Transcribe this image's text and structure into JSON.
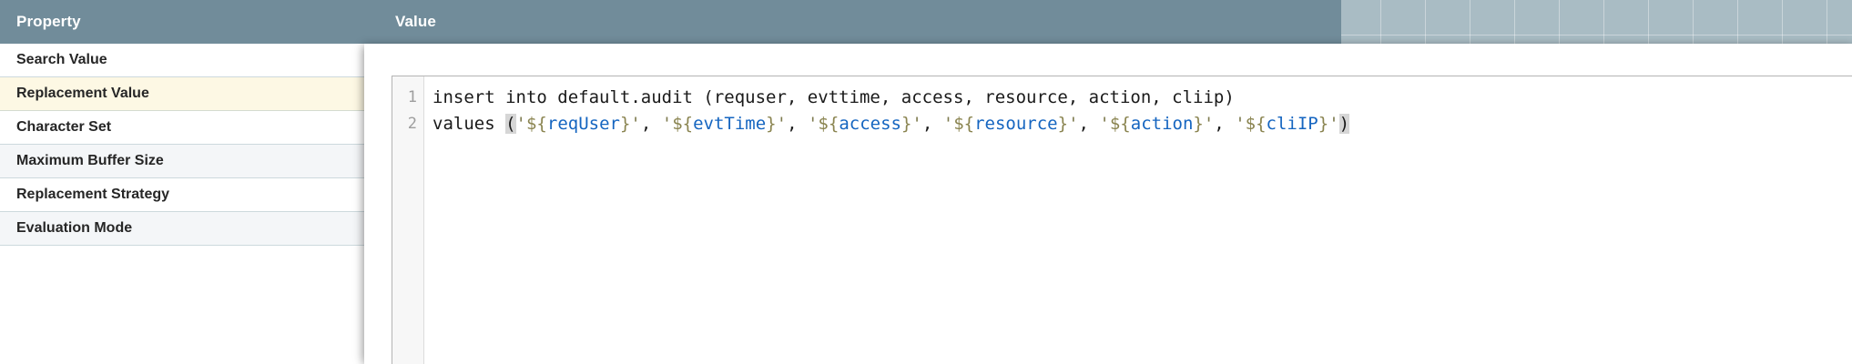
{
  "table": {
    "columns": [
      {
        "key": "property",
        "label": "Property"
      },
      {
        "key": "value",
        "label": "Value"
      }
    ],
    "rows": [
      {
        "property": "Search Value",
        "value": "",
        "state": "normal",
        "stripe": "white"
      },
      {
        "property": "Replacement Value",
        "value": "",
        "state": "selected",
        "stripe": "highlight"
      },
      {
        "property": "Character Set",
        "value": "",
        "state": "normal",
        "stripe": "white"
      },
      {
        "property": "Maximum Buffer Size",
        "value": "",
        "state": "normal",
        "stripe": "alt"
      },
      {
        "property": "Replacement Strategy",
        "value": "",
        "state": "normal",
        "stripe": "white"
      },
      {
        "property": "Evaluation Mode",
        "value": "",
        "state": "normal",
        "stripe": "alt"
      }
    ]
  },
  "editor": {
    "gutter_line_numbers": [
      "1",
      "2"
    ],
    "lines": [
      {
        "number": "1",
        "text": "insert into default.audit (requser, evttime, access, resource, action, cliip)",
        "tokens": [
          {
            "t": "insert into default.audit (requser, evttime, access, resource, action, cliip)",
            "k": "plain"
          }
        ]
      },
      {
        "number": "2",
        "text": "values ('${reqUser}', '${evtTime}', '${access}', '${resource}', '${action}', '${cliIP}')",
        "tokens": [
          {
            "t": "values ",
            "k": "plain"
          },
          {
            "t": "(",
            "k": "bracket-match"
          },
          {
            "t": "'",
            "k": "quote"
          },
          {
            "t": "${",
            "k": "eldelim"
          },
          {
            "t": "reqUser",
            "k": "elname"
          },
          {
            "t": "}",
            "k": "eldelim"
          },
          {
            "t": "'",
            "k": "quote"
          },
          {
            "t": ", ",
            "k": "plain"
          },
          {
            "t": "'",
            "k": "quote"
          },
          {
            "t": "${",
            "k": "eldelim"
          },
          {
            "t": "evtTime",
            "k": "elname"
          },
          {
            "t": "}",
            "k": "eldelim"
          },
          {
            "t": "'",
            "k": "quote"
          },
          {
            "t": ", ",
            "k": "plain"
          },
          {
            "t": "'",
            "k": "quote"
          },
          {
            "t": "${",
            "k": "eldelim"
          },
          {
            "t": "access",
            "k": "elname"
          },
          {
            "t": "}",
            "k": "eldelim"
          },
          {
            "t": "'",
            "k": "quote"
          },
          {
            "t": ", ",
            "k": "plain"
          },
          {
            "t": "'",
            "k": "quote"
          },
          {
            "t": "${",
            "k": "eldelim"
          },
          {
            "t": "resource",
            "k": "elname"
          },
          {
            "t": "}",
            "k": "eldelim"
          },
          {
            "t": "'",
            "k": "quote"
          },
          {
            "t": ", ",
            "k": "plain"
          },
          {
            "t": "'",
            "k": "quote"
          },
          {
            "t": "${",
            "k": "eldelim"
          },
          {
            "t": "action",
            "k": "elname"
          },
          {
            "t": "}",
            "k": "eldelim"
          },
          {
            "t": "'",
            "k": "quote"
          },
          {
            "t": ", ",
            "k": "plain"
          },
          {
            "t": "'",
            "k": "quote"
          },
          {
            "t": "${",
            "k": "eldelim"
          },
          {
            "t": "cliIP",
            "k": "elname"
          },
          {
            "t": "}",
            "k": "eldelim"
          },
          {
            "t": "'",
            "k": "quote"
          },
          {
            "t": ")",
            "k": "bracket-match"
          }
        ]
      }
    ]
  },
  "canvas": {
    "background_color": "#a9bcc4",
    "gridline_color": "#ffffff",
    "selected_component_outline_color": "#4d6a75"
  },
  "colors": {
    "header_background": "#718c9a",
    "header_text": "#ffffff",
    "row_alt_background": "#f4f6f8",
    "row_selected_background": "#fdf8e4",
    "row_border": "#cdd9dd",
    "editor_gutter_background": "#f7f7f7",
    "editor_border": "#b4b4b4",
    "el_name": "#1565c0",
    "el_delimiter": "#8a8450",
    "quote": "#7d7a4e",
    "bracket_match_background": "#d6d6d6"
  }
}
